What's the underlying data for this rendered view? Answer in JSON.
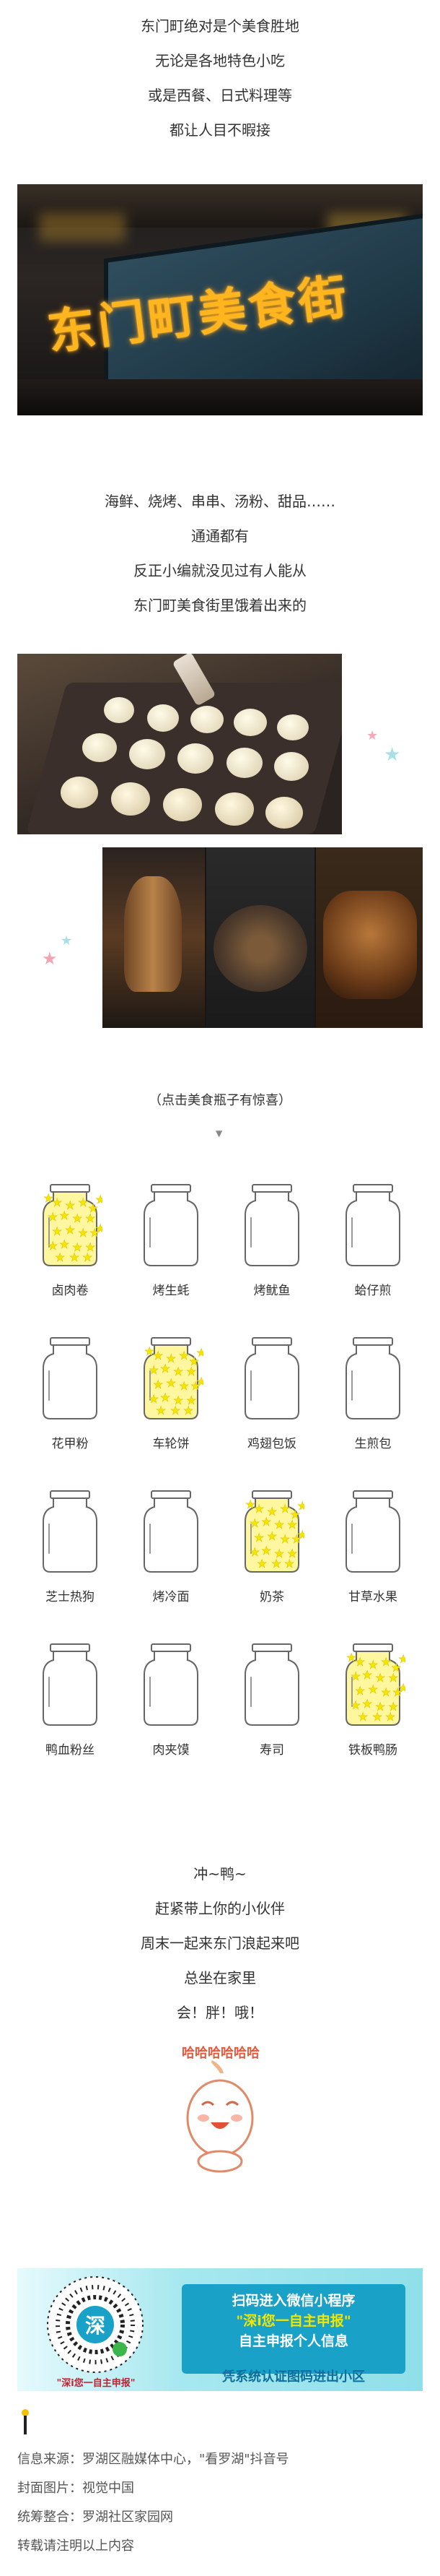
{
  "intro": {
    "lines": [
      "东门町绝对是个美食胜地",
      "无论是各地特色小吃",
      "或是西餐、日式料理等",
      "都让人目不暇接"
    ]
  },
  "sign_photo": {
    "sign_text": "东门町美食街"
  },
  "section2": {
    "lines": [
      "海鲜、烧烤、串串、汤粉、甜品……",
      "通通都有",
      "反正小编就没见过有人能从",
      "东门町美食街里饿着出来的"
    ]
  },
  "hint": {
    "text": "（点击美食瓶子有惊喜）"
  },
  "jars": [
    {
      "label": "卤肉卷",
      "filled": true
    },
    {
      "label": "烤生蚝",
      "filled": false
    },
    {
      "label": "烤鱿鱼",
      "filled": false
    },
    {
      "label": "蛤仔煎",
      "filled": false
    },
    {
      "label": "花甲粉",
      "filled": false
    },
    {
      "label": "车轮饼",
      "filled": true
    },
    {
      "label": "鸡翅包饭",
      "filled": false
    },
    {
      "label": "生煎包",
      "filled": false
    },
    {
      "label": "芝士热狗",
      "filled": false
    },
    {
      "label": "烤冷面",
      "filled": false
    },
    {
      "label": "奶茶",
      "filled": true
    },
    {
      "label": "甘草水果",
      "filled": false
    },
    {
      "label": "鸭血粉丝",
      "filled": false
    },
    {
      "label": "肉夹馍",
      "filled": false
    },
    {
      "label": "寿司",
      "filled": false
    },
    {
      "label": "铁板鸭肠",
      "filled": true
    }
  ],
  "outro": {
    "lines": [
      "冲~鸭~",
      "赶紧带上你的小伙伴",
      "周末一起来东门浪起来吧",
      "总坐在家里",
      "会！胖！哦！"
    ]
  },
  "mascot": {
    "bubble": "哈哈哈哈哈哈"
  },
  "banner": {
    "qr_caption": "\"深i您一自主申报\"",
    "line1": "扫码进入微信小程序",
    "line2": "\"深i您一自主申报\"",
    "line3": "自主申报个人信息",
    "line4": "凭系统认证图码进出小区",
    "qr_center": "深"
  },
  "footer": {
    "lines": [
      "信息来源：罗湖区融媒体中心，\"看罗湖\"抖音号",
      "封面图片：视觉中国",
      "统筹整合：罗湖社区家园网",
      "转载请注明以上内容"
    ]
  },
  "colors": {
    "accent": "#f3e600",
    "banner_bg": "#a7e8ef",
    "banner_box": "#1aa1c8",
    "sign_text": "#ffb51e"
  }
}
